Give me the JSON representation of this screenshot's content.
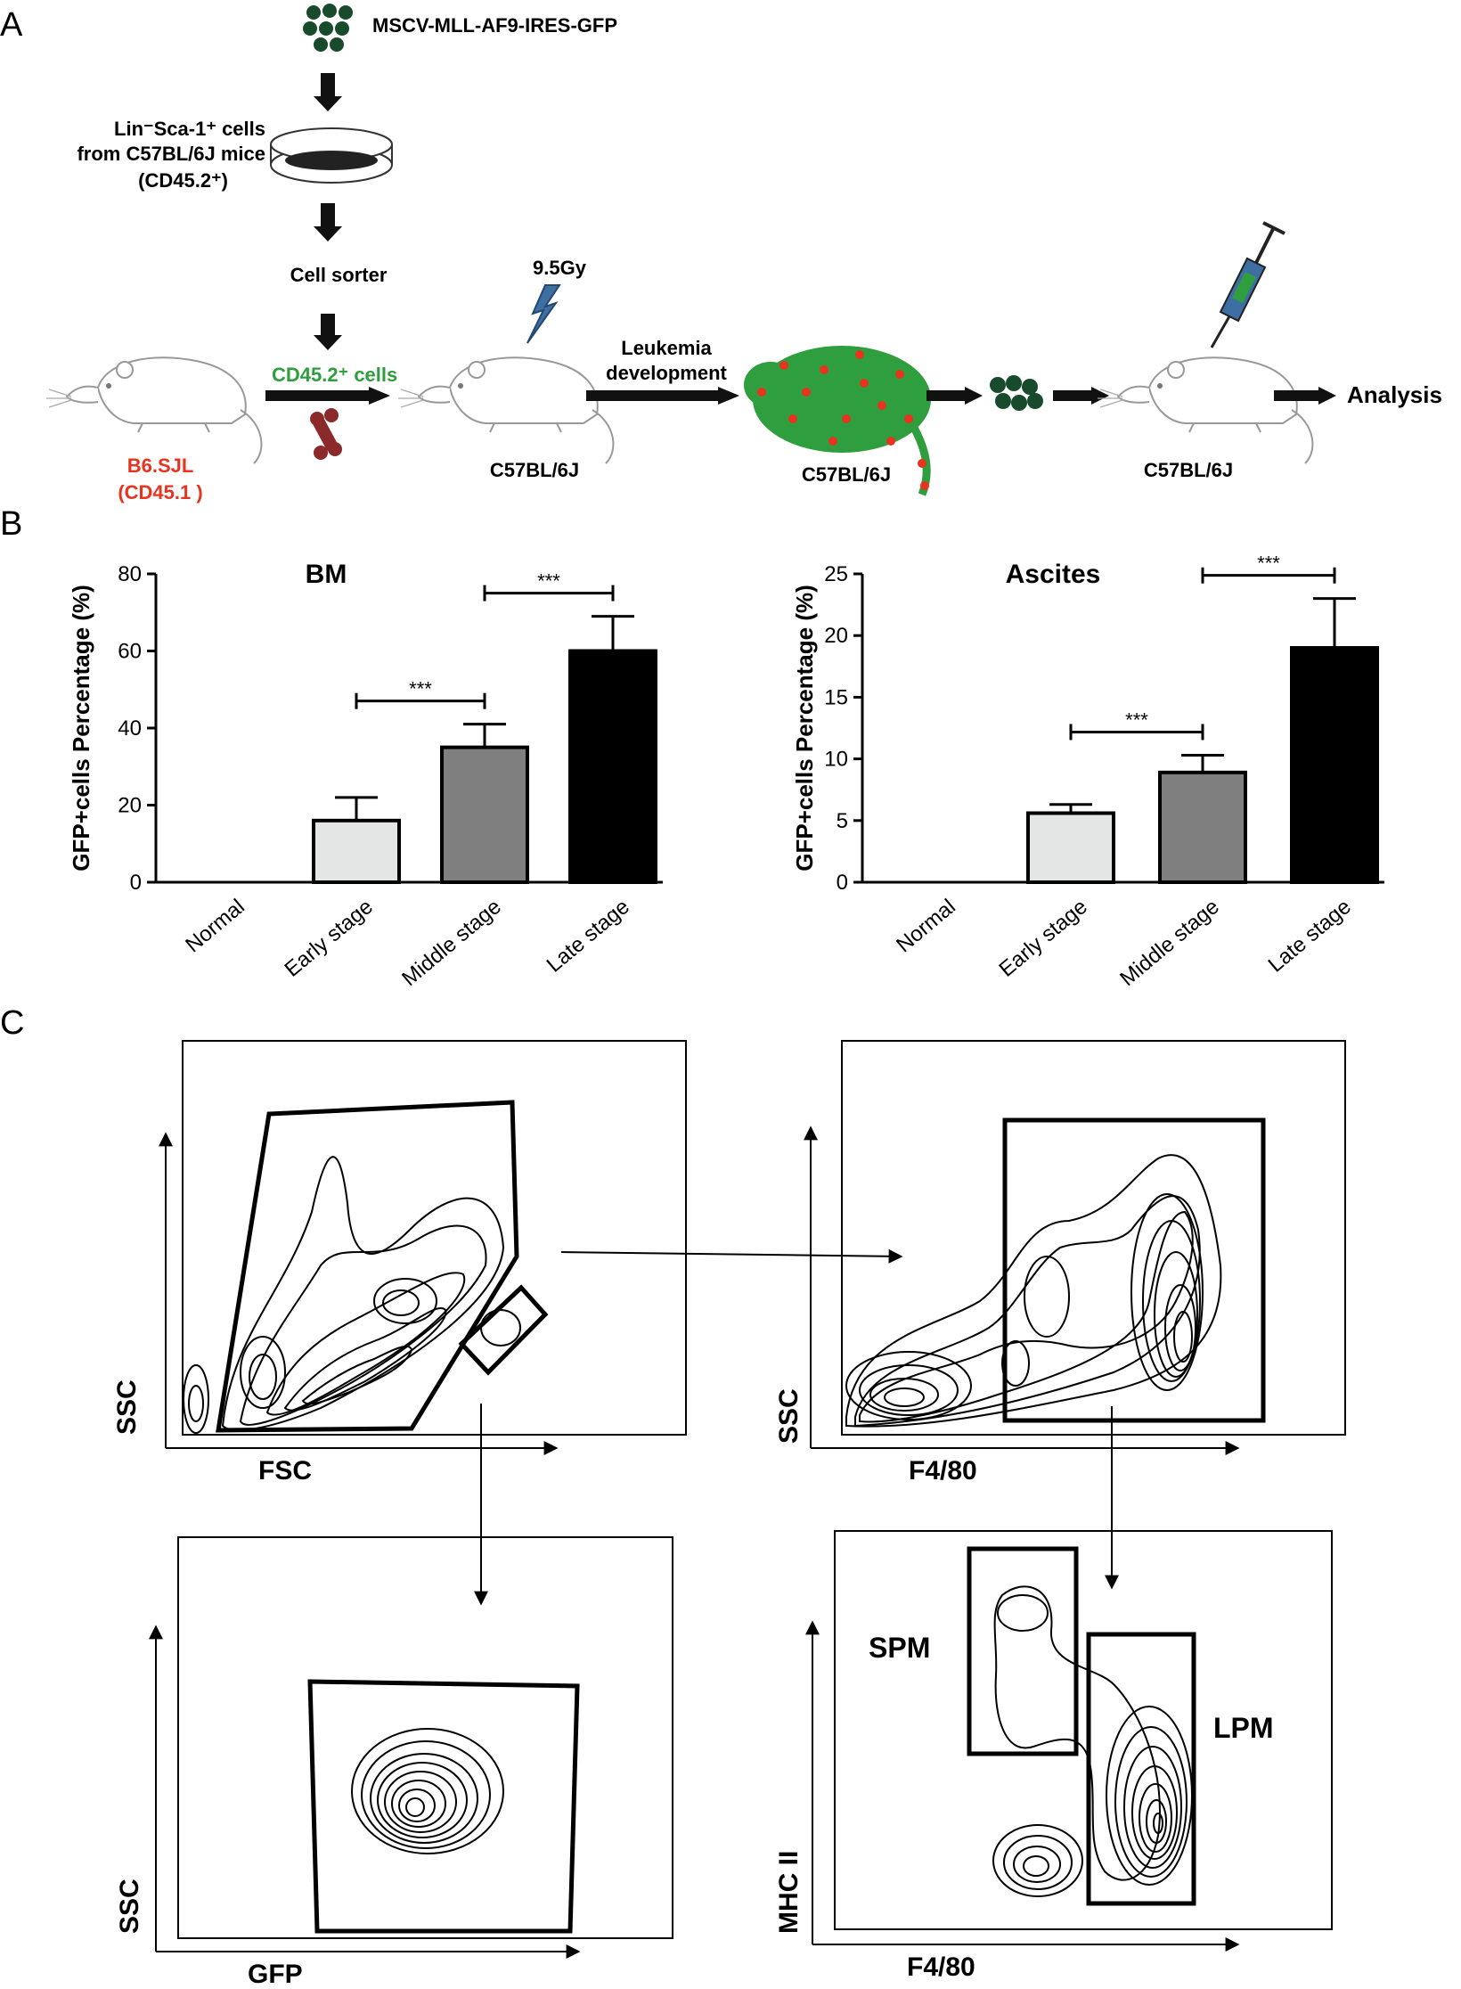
{
  "panels": {
    "a": {
      "label": "A",
      "vector": "MSCV-MLL-AF9-IRES-GFP",
      "donor_cells": [
        "Lin⁻Sca-1⁺ cells",
        "from C57BL/6J mice",
        "(CD45.2⁺)"
      ],
      "sorter": "Cell sorter",
      "transplanted": "CD45.2⁺ cells",
      "irradiation": "9.5Gy",
      "leukemia": [
        "Leukemia",
        "development"
      ],
      "analysis": "Analysis",
      "mice": {
        "donor": [
          "B6.SJL",
          "(CD45.1 )"
        ],
        "recipient1": "C57BL/6J",
        "recipient2": "C57BL/6J",
        "recipient3": "C57BL/6J"
      },
      "colors": {
        "green": "#2e9e3e",
        "red": "#e8331f",
        "blue": "#3d6fa3",
        "bone": "#8b2a2a"
      }
    },
    "b": {
      "label": "B",
      "ylabel": "GFP+cells Percentage (%)",
      "significance": "***"
    },
    "c": {
      "label": "C",
      "plots": {
        "p1": {
          "xlabel": "FSC",
          "ylabel": "SSC"
        },
        "p2": {
          "xlabel": "F4/80",
          "ylabel": "SSC"
        },
        "p3": {
          "xlabel": "GFP",
          "ylabel": "SSC"
        },
        "p4": {
          "xlabel": "F4/80",
          "ylabel": "MHC II",
          "gate1": "SPM",
          "gate2": "LPM"
        }
      }
    }
  },
  "chart_data": [
    {
      "type": "bar",
      "title": "BM",
      "ylabel": "GFP+cells Percentage (%)",
      "categories": [
        "Normal",
        "Early stage",
        "Middle stage",
        "Late stage"
      ],
      "values": [
        0,
        16,
        35,
        60
      ],
      "errors": [
        0,
        6,
        6,
        9
      ],
      "bar_colors": [
        "#ffffff",
        "#e4e6e5",
        "#7f7f7f",
        "#000000"
      ],
      "ylim": [
        0,
        80
      ],
      "yticks": [
        0,
        20,
        40,
        60,
        80
      ],
      "comparisons": [
        {
          "from": 1,
          "to": 2,
          "label": "***"
        },
        {
          "from": 2,
          "to": 3,
          "label": "***"
        }
      ]
    },
    {
      "type": "bar",
      "title": "Ascites",
      "ylabel": "GFP+cells Percentage (%)",
      "categories": [
        "Normal",
        "Early stage",
        "Middle stage",
        "Late stage"
      ],
      "values": [
        0,
        5.6,
        8.9,
        19
      ],
      "errors": [
        0,
        0.7,
        1.4,
        4
      ],
      "bar_colors": [
        "#ffffff",
        "#e4e6e5",
        "#7f7f7f",
        "#000000"
      ],
      "ylim": [
        0,
        25
      ],
      "yticks": [
        0,
        5,
        10,
        15,
        20,
        25
      ],
      "comparisons": [
        {
          "from": 1,
          "to": 2,
          "label": "***"
        },
        {
          "from": 2,
          "to": 3,
          "label": "***"
        }
      ]
    }
  ]
}
